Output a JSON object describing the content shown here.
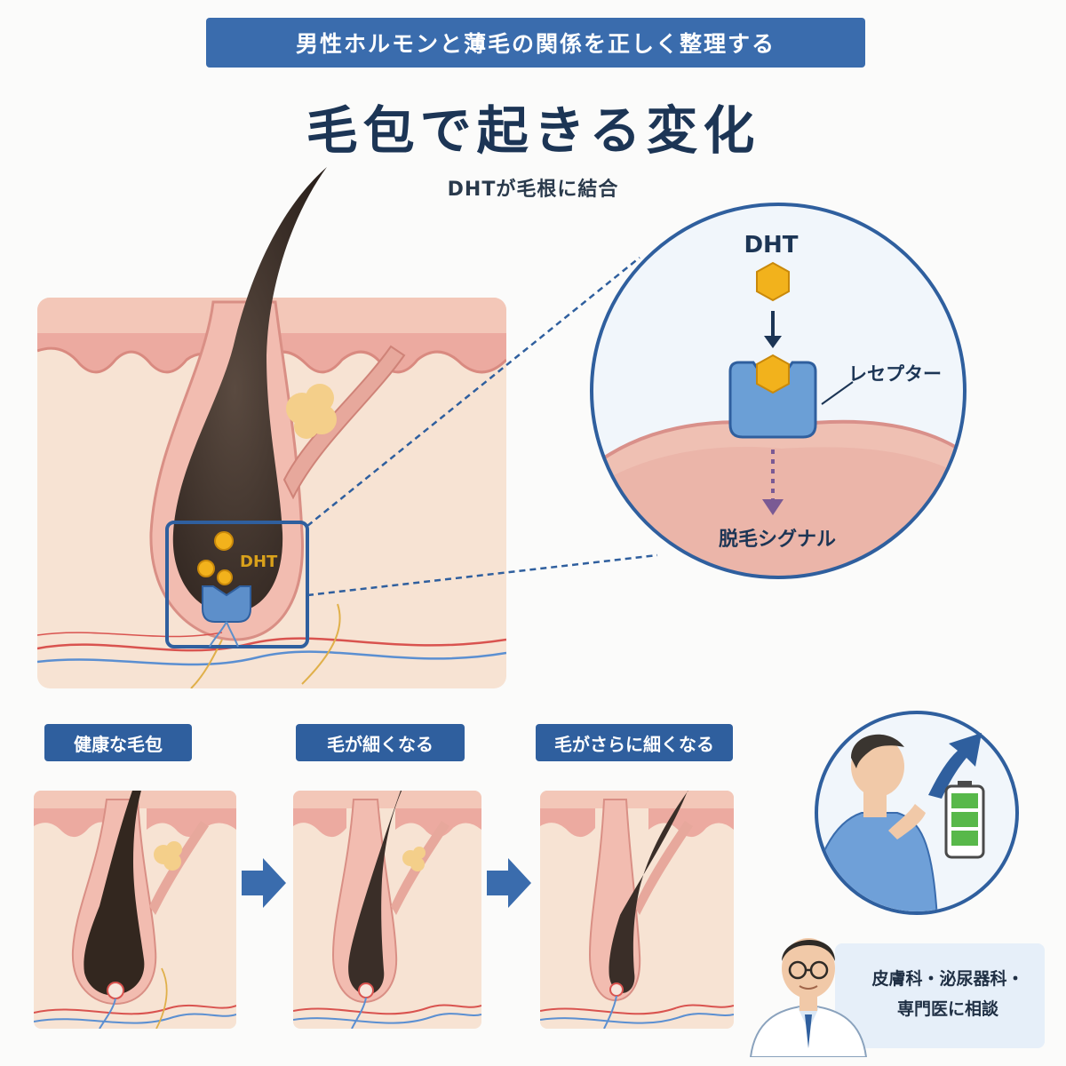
{
  "header": {
    "banner": "男性ホルモンと薄毛の関係を正しく整理する",
    "title": "毛包で起きる変化",
    "subtitle": "DHTが毛根に結合"
  },
  "main_diagram": {
    "dht_label": "DHT"
  },
  "zoom": {
    "dht_label": "DHT",
    "receptor_label": "レセプター",
    "signal_label": "脱毛シグナル"
  },
  "stages": [
    {
      "label": "健康な毛包"
    },
    {
      "label": "毛が細くなる"
    },
    {
      "label": "毛がさらに細くなる"
    }
  ],
  "consult": {
    "line1": "皮膚科・泌尿器科・",
    "line2": "専門医に相談"
  },
  "colors": {
    "banner": "#3a6cad",
    "accent_blue": "#2f5f9e",
    "hair": "#3a2e28",
    "skin": "#f6dccb",
    "dht": "#f2b21c"
  }
}
